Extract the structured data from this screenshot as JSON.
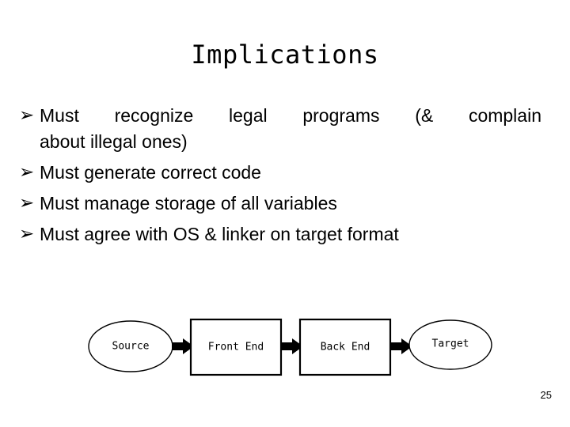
{
  "slide": {
    "title": "Implications",
    "page_number": "25",
    "background_color": "#ffffff",
    "text_color": "#000000"
  },
  "bullets": {
    "glyph": "➢",
    "items": [
      {
        "justified": true,
        "line_1": "Must recognize legal programs (& complain",
        "line_2": "about illegal ones)",
        "full_text": "Must recognize legal programs (& complain about illegal ones)"
      },
      {
        "justified": false,
        "line_1": "Must generate correct code",
        "line_2": "",
        "full_text": "Must generate correct code"
      },
      {
        "justified": false,
        "line_1": "Must manage storage of all variables",
        "line_2": "",
        "full_text": "Must manage storage of all variables"
      },
      {
        "justified": false,
        "line_1": "Must agree with OS & linker on target format",
        "line_2": "",
        "full_text": "Must agree with OS & linker on target format"
      }
    ]
  },
  "diagram": {
    "type": "pipeline-flow",
    "nodes": [
      {
        "id": "source",
        "label": "Source",
        "shape": "ellipse"
      },
      {
        "id": "front-end",
        "label": "Front End",
        "shape": "rectangle"
      },
      {
        "id": "back-end",
        "label": "Back End",
        "shape": "rectangle"
      },
      {
        "id": "target",
        "label": "Target",
        "shape": "ellipse"
      }
    ],
    "connections": [
      {
        "from": "source",
        "to": "front-end",
        "style": "block-arrow"
      },
      {
        "from": "front-end",
        "to": "back-end",
        "style": "block-arrow"
      },
      {
        "from": "back-end",
        "to": "target",
        "style": "block-arrow"
      }
    ],
    "stroke_color": "#000000",
    "fill_color": "#ffffff"
  }
}
